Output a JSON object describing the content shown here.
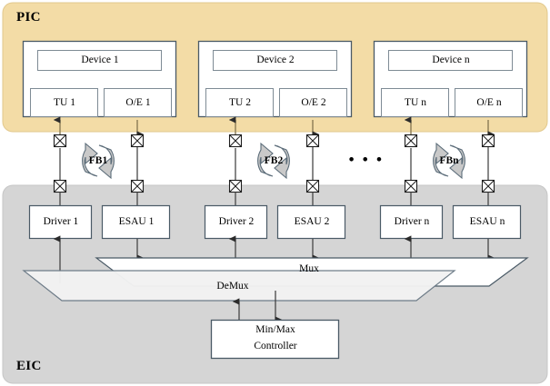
{
  "diagram": {
    "title_regions": [
      {
        "name": "pic",
        "label": "PIC",
        "color": "#F3DCA6"
      },
      {
        "name": "eic",
        "label": "EIC",
        "color": "#D5D5D5"
      }
    ],
    "ellipsis": "• • •",
    "colors": {
      "pic_fill": "#F3DCA6",
      "eic_fill": "#D5D5D5",
      "box_fill": "#FFFFFF",
      "box_stroke": "#4A5A66",
      "inner_stroke": "#8A97A0",
      "line": "#3A3A3A",
      "pic_line": "#8A7B55",
      "fb_arrow_fill": "#C9C9C9",
      "fb_arrow_stroke": "#5A6B78",
      "mux_fill": "#FFFFFF",
      "demux_fill": "#F2F2F2"
    },
    "channels": [
      {
        "index": 1,
        "device_label": "Device 1",
        "tu_label": "TU 1",
        "oe_label": "O/E 1",
        "fb_label": "FB1",
        "driver_label": "Driver 1",
        "esau_label": "ESAU 1"
      },
      {
        "index": 2,
        "device_label": "Device 2",
        "tu_label": "TU 2",
        "oe_label": "O/E 2",
        "fb_label": "FB2",
        "driver_label": "Driver 2",
        "esau_label": "ESAU 2"
      },
      {
        "index": 3,
        "device_label": "Device n",
        "tu_label": "TU n",
        "oe_label": "O/E n",
        "fb_label": "FBn",
        "driver_label": "Driver n",
        "esau_label": "ESAU n"
      }
    ],
    "mux": {
      "label": "Mux"
    },
    "demux": {
      "label": "DeMux"
    },
    "controller": {
      "line1": "Min/Max",
      "line2": "Controller"
    }
  }
}
